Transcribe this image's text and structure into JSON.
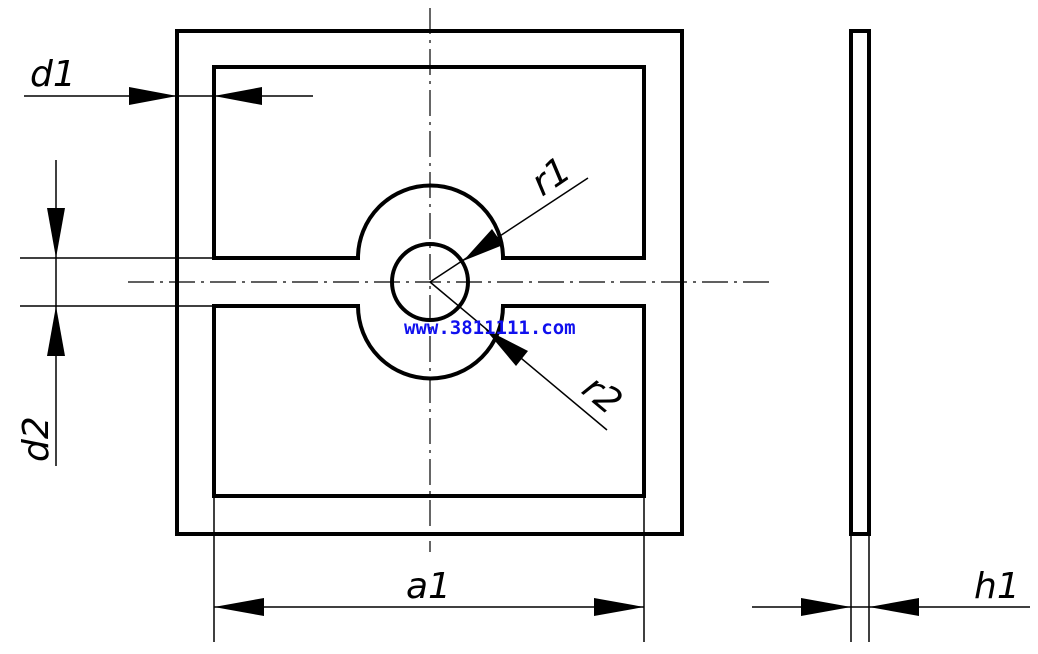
{
  "labels": {
    "d1": "d1",
    "d2": "d2",
    "r1": "r1",
    "r2": "r2",
    "a1": "a1",
    "h1": "h1"
  },
  "watermark": "www.3811111.com"
}
